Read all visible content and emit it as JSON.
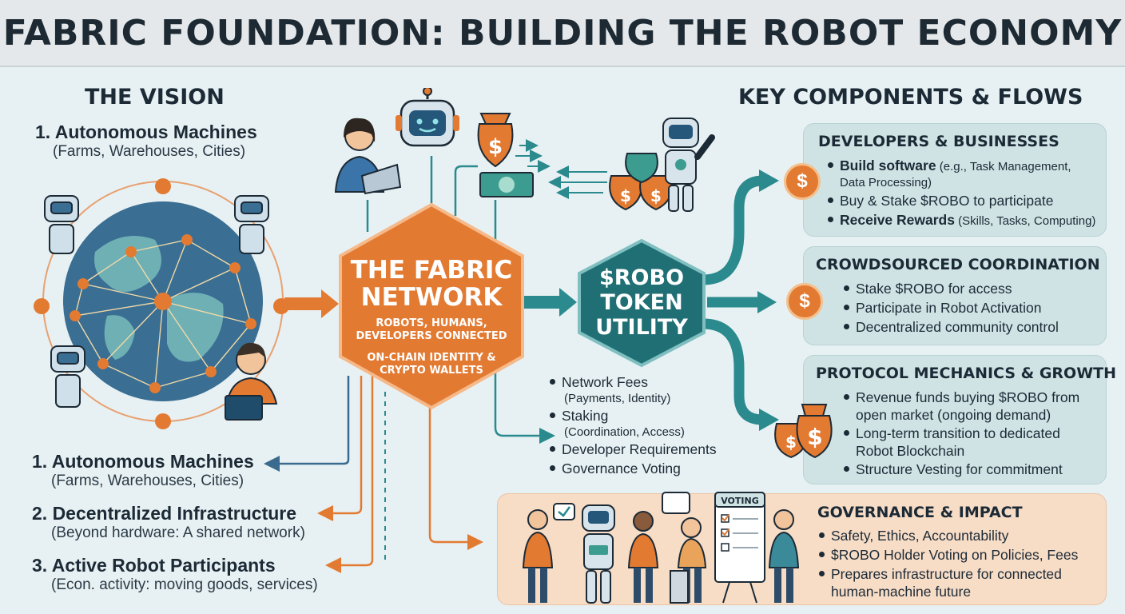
{
  "title": "FABRIC FOUNDATION: BUILDING THE ROBOT ECONOMY",
  "vision": {
    "heading": "THE VISION",
    "top_item": {
      "main": "1. Autonomous Machines",
      "sub": "(Farms, Warehouses, Cities)"
    },
    "items": [
      {
        "main": "1. Autonomous Machines",
        "sub": "(Farms, Warehouses, Cities)"
      },
      {
        "main": "2. Decentralized Infrastructure",
        "sub": "(Beyond hardware: A shared network)"
      },
      {
        "main": "3. Active Robot Participants",
        "sub": "(Econ. activity: moving goods, services)"
      }
    ]
  },
  "network": {
    "title_line1": "THE FABRIC",
    "title_line2": "NETWORK",
    "sub1_line1": "ROBOTS, HUMANS,",
    "sub1_line2": "DEVELOPERS CONNECTED",
    "sub2_line1": "ON-CHAIN IDENTITY &",
    "sub2_line2": "CRYPTO WALLETS"
  },
  "token": {
    "line1": "$ROBO",
    "line2": "TOKEN",
    "line3": "UTILITY",
    "uses": [
      {
        "main": "Network Fees",
        "sub": "(Payments, Identity)"
      },
      {
        "main": "Staking",
        "sub": "(Coordination, Access)"
      },
      {
        "main": "Developer Requirements",
        "sub": ""
      },
      {
        "main": "Governance Voting",
        "sub": ""
      }
    ]
  },
  "components": {
    "heading": "KEY COMPONENTS & FLOWS",
    "developers": {
      "title": "DEVELOPERS & BUSINESSES",
      "b1_main": "Build software",
      "b1_rest": " (e.g., Task Management,",
      "b1_cont": "Data Processing)",
      "b2": "Buy & Stake $ROBO to participate",
      "b3_main": "Receive Rewards",
      "b3_rest": " (Skills, Tasks, Computing)"
    },
    "crowdsourced": {
      "title": "CROWDSOURCED COORDINATION",
      "bullets": [
        "Stake $ROBO for access",
        "Participate in Robot Activation",
        "Decentralized community control"
      ]
    },
    "protocol": {
      "title": "PROTOCOL MECHANICS & GROWTH",
      "b1": "Revenue funds buying $ROBO from",
      "b1_cont": "open market (ongoing demand)",
      "b2": "Long-term transition to dedicated",
      "b2_cont": "Robot Blockchain",
      "b3": "Structure Vesting for commitment"
    },
    "governance": {
      "title": "GOVERNANCE & IMPACT",
      "b1": "Safety, Ethics, Accountability",
      "b2": "$ROBO Holder Voting on Policies, Fees",
      "b3": "Prepares infrastructure for connected",
      "b3_cont": "human-machine future",
      "board_label": "VOTING"
    }
  },
  "coin_symbol": "$",
  "colors": {
    "orange": "#e37a32",
    "teal": "#2a8a8e",
    "dark_teal": "#1f6f74",
    "navy": "#1c2a36",
    "card_bg": "#cfe3e4",
    "gov_bg": "#f7dcc6"
  }
}
